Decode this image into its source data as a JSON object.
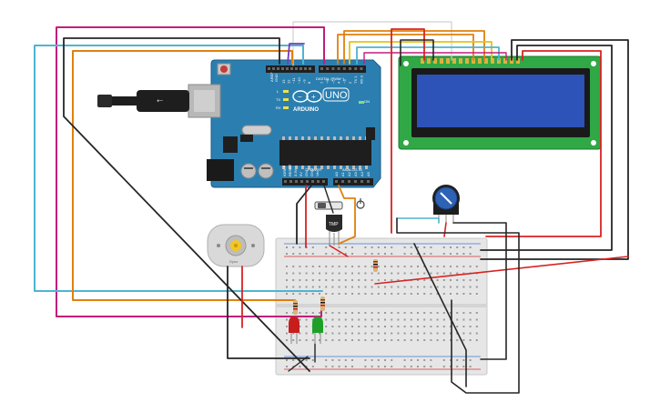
{
  "arduino": {
    "brand": "ARDUINO",
    "model": "UNO",
    "digital_header": "DIGITAL (PWM~)",
    "power_header": "POWER",
    "analog_header": "ANALOG IN",
    "on_led": "ON",
    "tx_label": "TX",
    "rx_label": "RX",
    "l_label": "L",
    "aref": "AREF",
    "gnd": "GND",
    "digital_pins": [
      "13",
      "12",
      "~11",
      "~10",
      "~9",
      "8",
      "7",
      "~6",
      "~5",
      "4",
      "~3",
      "2",
      "TX 1",
      "RX 0"
    ],
    "power_pins": [
      "IOREF",
      "RESET",
      "3.3V",
      "5V",
      "GND",
      "GND",
      "Vin"
    ],
    "analog_pins": [
      "A0",
      "A1",
      "A2",
      "A3",
      "A4",
      "A5"
    ]
  },
  "sensor": {
    "label": "TMP"
  },
  "motor": {
    "label": "Dyno"
  },
  "colors": {
    "board": "#2b7fb0",
    "lcd_pcb": "#2da042",
    "lcd_screen": "#2b4fb3",
    "breadboard": "#e4e4e4",
    "wire_red": "#d72323",
    "wire_orange": "#e0800f",
    "wire_magenta": "#c11e7c",
    "wire_cyan": "#4fb4d0",
    "wire_black": "#262626",
    "wire_purple": "#7b3ab8",
    "wire_yellow": "#e4c21a",
    "led_red": "#c81d1d",
    "led_green": "#1ea028"
  }
}
